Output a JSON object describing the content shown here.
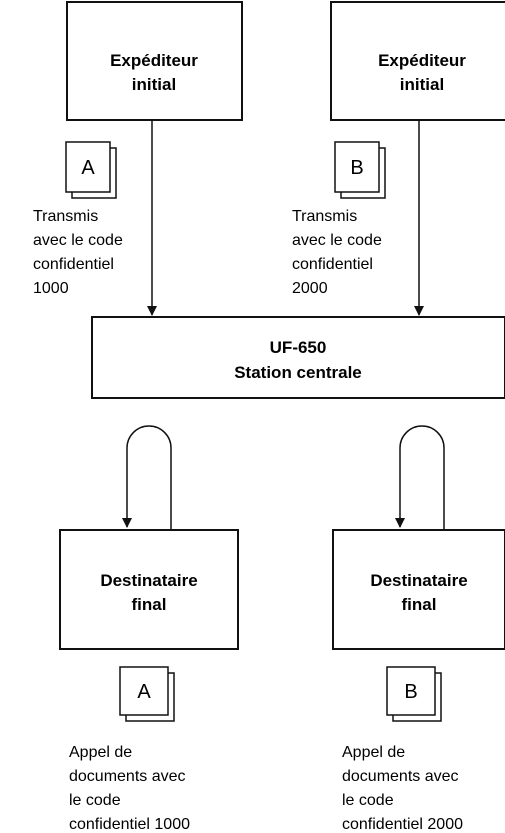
{
  "sender_a": {
    "line1": "Expéditeur",
    "line2": "initial"
  },
  "sender_b": {
    "line1": "Expéditeur",
    "line2": "initial"
  },
  "doc_a_letter": "A",
  "doc_b_letter": "B",
  "note_a": [
    "Transmis",
    "avec le code",
    "confidentiel",
    "1000"
  ],
  "note_b": [
    "Transmis",
    "avec le code",
    "confidentiel",
    "2000"
  ],
  "central": {
    "line1": "UF-650",
    "line2": "Station centrale"
  },
  "recipient_a": {
    "line1": "Destinataire",
    "line2": "final"
  },
  "recipient_b": {
    "line1": "Destinataire",
    "line2": "final"
  },
  "poll_a": [
    "Appel de",
    "documents avec",
    "le code",
    "confidentiel 1000"
  ],
  "poll_b": [
    "Appel de",
    "documents avec",
    "le code",
    "confidentiel 2000"
  ]
}
